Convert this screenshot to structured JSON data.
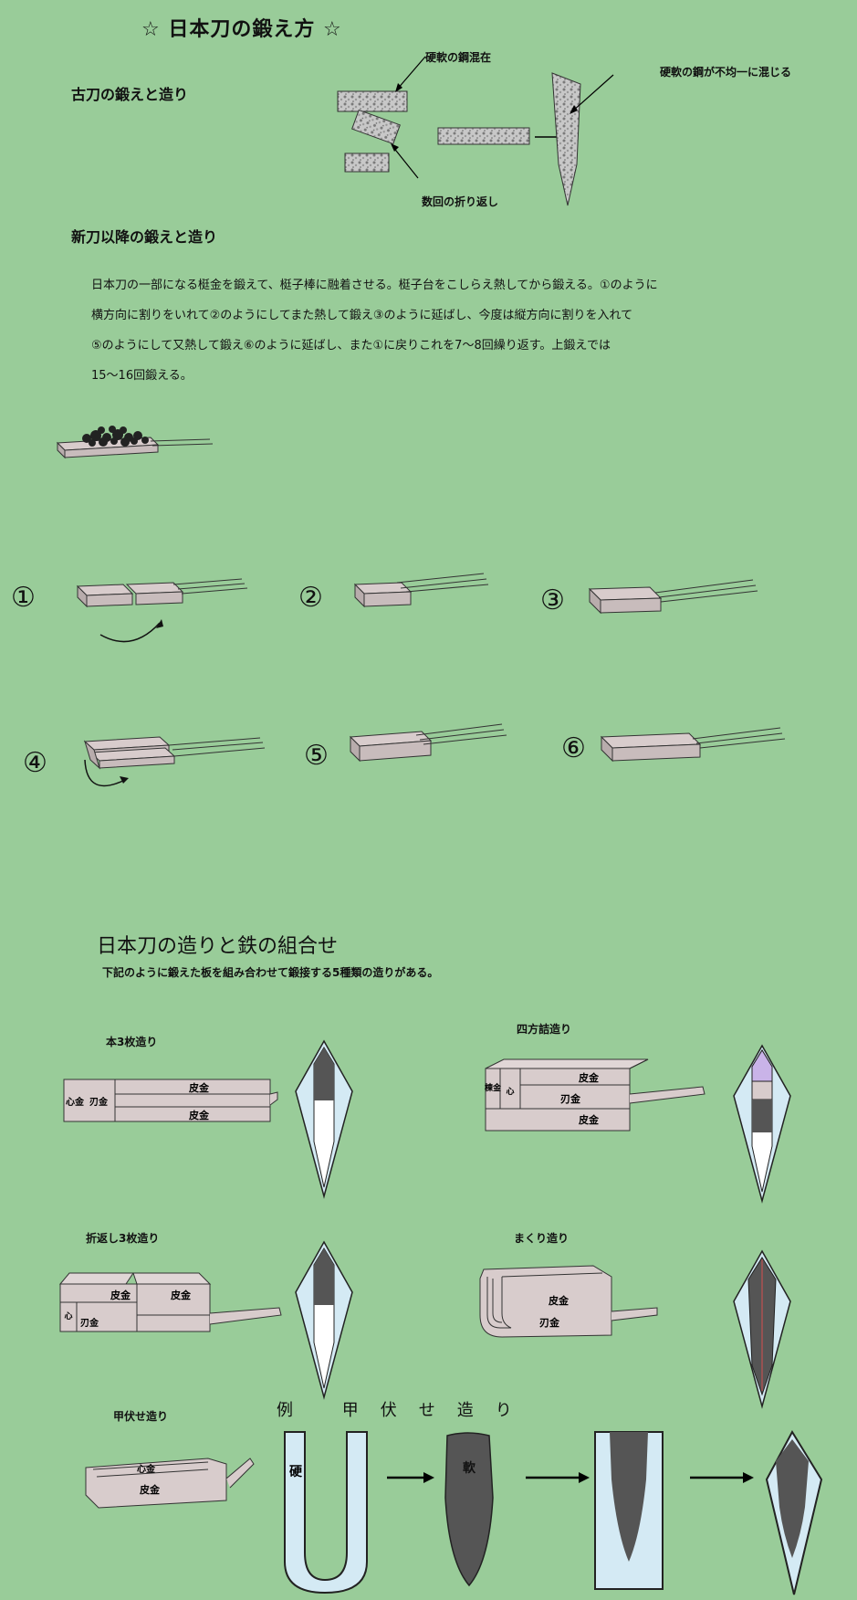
{
  "title": "☆ 日本刀の鍛え方 ☆",
  "koto": {
    "heading": "古刀の鍛えと造り",
    "label_mixed": "硬軟の鋼混在",
    "label_uneven": "硬軟の鋼が不均一に混じる",
    "label_fold": "数回の折り返し"
  },
  "shinto": {
    "heading": "新刀以降の鍛えと造り",
    "paragraph_lines": [
      "日本刀の一部になる梃金を鍛えて、梃子棒に融着させる。梃子台をこしらえ熱してから鍛える。①のように",
      "横方向に割りをいれて②のようにしてまた熱して鍛え③のように延ばし、今度は縦方向に割りを入れて",
      "⑤のようにして又熱して鍛え⑥のように延ばし、また①に戻りこれを7～8回繰り返す。上鍛えでは",
      "15～16回鍛える。"
    ],
    "steps": [
      "①",
      "②",
      "③",
      "④",
      "⑤",
      "⑥"
    ]
  },
  "combination": {
    "heading": "日本刀の造りと鉄の組合せ",
    "subheading": "下記のように鍛えた板を組み合わせて鍛接する5種類の造りがある。",
    "types": [
      {
        "name": "本3枚造り",
        "labels": [
          "皮金",
          "心金",
          "刃金",
          "皮金"
        ]
      },
      {
        "name": "四方詰造り",
        "labels": [
          "皮金",
          "棟金",
          "心",
          "刃金",
          "皮金"
        ]
      },
      {
        "name": "折返し3枚造り",
        "labels": [
          "皮金",
          "皮金",
          "心",
          "刃金"
        ]
      },
      {
        "name": "まくり造り",
        "labels": [
          "皮金",
          "刃金"
        ]
      },
      {
        "name": "甲伏せ造り",
        "labels": [
          "心金",
          "皮金"
        ]
      }
    ],
    "example_title": "例 甲伏せ造り",
    "hard": "硬",
    "soft": "軟"
  },
  "colors": {
    "background": "#99cc99",
    "steel": "#d8cccc",
    "edge_steel": "#ffffff",
    "core_steel": "#555555",
    "light_blue": "#d4eaf4",
    "purple": "#c9b3e8"
  }
}
